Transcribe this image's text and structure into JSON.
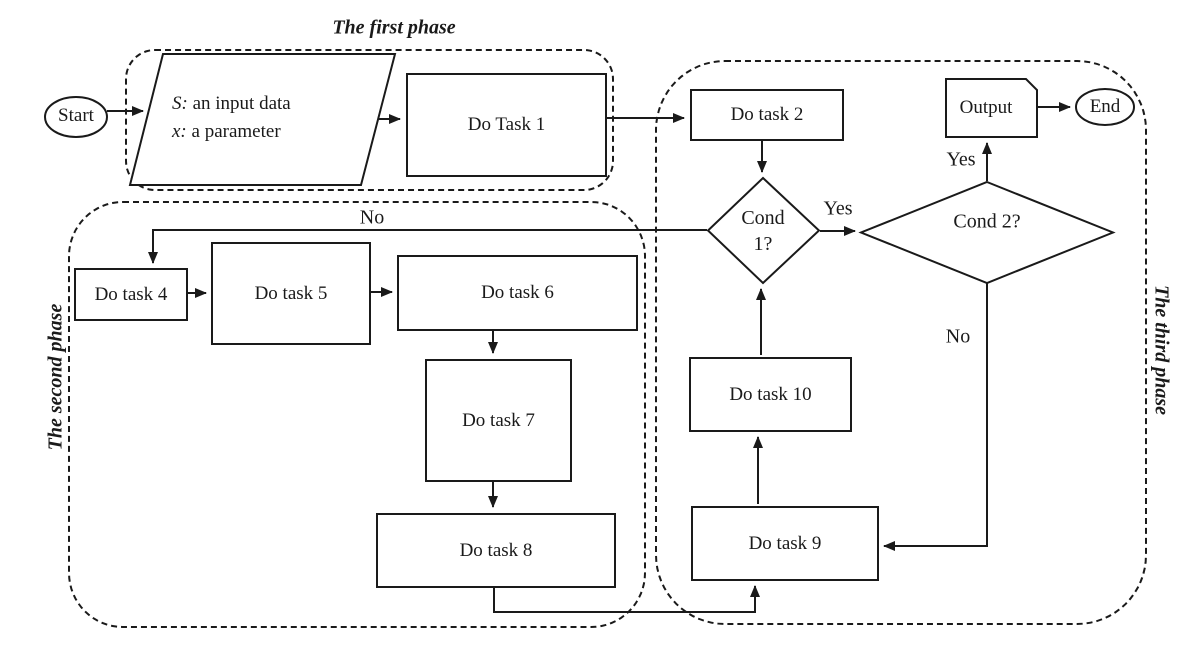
{
  "colors": {
    "ink": "#1a1a1a",
    "background": "#ffffff"
  },
  "phases": {
    "first": {
      "label": "The first phase"
    },
    "second": {
      "label": "The second phase"
    },
    "third": {
      "label": "The third phase"
    }
  },
  "nodes": {
    "start": {
      "label": "Start"
    },
    "input": {
      "line1": "S: an input data",
      "line2": "x: a parameter"
    },
    "task1": {
      "label": "Do Task 1"
    },
    "task2": {
      "label": "Do task 2"
    },
    "task4": {
      "label": "Do task 4"
    },
    "task5": {
      "label": "Do task 5"
    },
    "task6": {
      "label": "Do task 6"
    },
    "task7": {
      "label": "Do task 7"
    },
    "task8": {
      "label": "Do task 8"
    },
    "task9": {
      "label": "Do task 9"
    },
    "task10": {
      "label": "Do task 10"
    },
    "cond1": {
      "line1": "Cond",
      "line2": "1?"
    },
    "cond2": {
      "label": "Cond 2?"
    },
    "output": {
      "label": "Output"
    },
    "end": {
      "label": "End"
    }
  },
  "edge_labels": {
    "cond1_yes": "Yes",
    "cond1_no": "No",
    "cond2_yes": "Yes",
    "cond2_no": "No"
  }
}
